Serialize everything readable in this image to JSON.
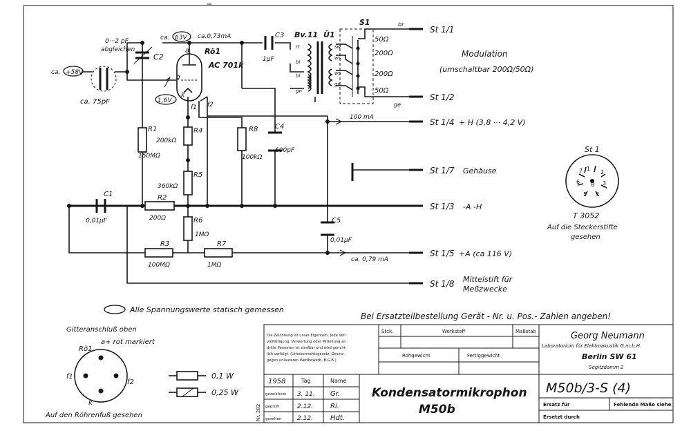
{
  "tube": {
    "label": "Rö1",
    "type": "AC 701k",
    "pins": [
      "a",
      "g",
      "k",
      "f1",
      "f2"
    ]
  },
  "voltages": {
    "anode": "63V",
    "anode_prefix": "ca.",
    "anode_current": "ca.0,73mA",
    "grid_side": "+58V",
    "grid_side_prefix": "ca.",
    "cathode": "1,6V"
  },
  "c2": {
    "label": "C2",
    "note1": "0···2 pF",
    "note2": "abgleichen"
  },
  "capsule_value": "ca. 75pF",
  "c3": {
    "label": "C3",
    "value": "1µF"
  },
  "transformer": {
    "label": "Bv.11",
    "name": "Ü1",
    "wires": [
      "rt",
      "bl",
      "bl",
      "gn",
      "sw",
      "ws",
      "ws",
      "ge"
    ]
  },
  "switch": {
    "label": "S1",
    "taps": [
      "50Ω",
      "200Ω",
      "200Ω",
      "50Ω"
    ],
    "wire_top": "br",
    "wire_bottom": "ge"
  },
  "modulation": {
    "line1": "Modulation",
    "line2": "(umschaltbar 200Ω/50Ω)"
  },
  "components": [
    {
      "ref": "R1",
      "value": "150MΩ"
    },
    {
      "ref": "R4",
      "value": "200kΩ"
    },
    {
      "ref": "R5",
      "value": "360kΩ"
    },
    {
      "ref": "R8",
      "value": "100kΩ"
    },
    {
      "ref": "C4",
      "value": "600pF"
    },
    {
      "ref": "C1",
      "value": "0,01µF"
    },
    {
      "ref": "R2",
      "value": "200Ω"
    },
    {
      "ref": "R6",
      "value": "1MΩ"
    },
    {
      "ref": "R3",
      "value": "100MΩ"
    },
    {
      "ref": "R7",
      "value": "1MΩ"
    },
    {
      "ref": "C5",
      "value": "0,01µF"
    }
  ],
  "terminals": [
    {
      "pin": "St 1/1",
      "desc": ""
    },
    {
      "pin": "St 1/2",
      "desc": ""
    },
    {
      "pin": "St 1/4",
      "desc": "+ H (3,8 ··· 4,2 V)"
    },
    {
      "pin": "St 1/7",
      "desc": "Gehäuse"
    },
    {
      "pin": "St 1/3",
      "desc": "-A -H"
    },
    {
      "pin": "St 1/5",
      "desc": "+A (ca 116 V)"
    },
    {
      "pin": "St 1/8",
      "desc": "Mittelstift für"
    }
  ],
  "terminal_st18_line2": "Meßzwecke",
  "currents": {
    "heater": "100 mA",
    "anode_supply": "ca. 0,79 mA"
  },
  "connector": {
    "label": "St 1",
    "pin_numbers": [
      "1",
      "2",
      "3",
      "4",
      "5",
      "6",
      "7",
      "8"
    ],
    "type": "T 3052",
    "caption1": "Auf die Steckerstifte",
    "caption2": "gesehen"
  },
  "notes": {
    "voltage_legend": "Alle Spannungswerte statisch gemessen",
    "spare_parts": "Bei Ersatzteilbestellung Gerät - Nr. u. Pos.- Zahlen angeben!"
  },
  "base_view": {
    "title": "Gitteranschluß oben",
    "tube": "Rö1",
    "anode_note": "a+ rot markiert",
    "pins": [
      "f1",
      "f2",
      "k"
    ],
    "caption": "Auf den Röhrenfuß gesehen"
  },
  "wattage": [
    "0,1 W",
    "0,25 W"
  ],
  "titleblock": {
    "ownership": [
      "Die Zeichnung ist unser Eigentum. Jede Ver-",
      "vielfältigung, Verwertung oder Mitteilung an",
      "dritte Personen ist strafbar und wird gericht-",
      "lich verfolgt. (Urheberrechtsgesetz, Gesetz",
      "gegen unlauteren Wettbewerb, B.G.B.)"
    ],
    "stck": "Stck.",
    "werkstoff": "Werkstoff",
    "massstab": "Maßstab",
    "rohgewicht": "Rohgewicht",
    "fertiggewicht": "Fertiggewicht",
    "year": "1958",
    "col_tag": "Tag",
    "col_name": "Name",
    "rows": [
      {
        "label": "gezeichnet",
        "date": "3. 11.",
        "name": "Gr."
      },
      {
        "label": "geprüft",
        "date": "2.12.",
        "name": "Ri."
      },
      {
        "label": "gesehen",
        "date": "2.12.",
        "name": "Hdt."
      }
    ],
    "revision_side": "Nr. 282",
    "title1": "Kondensatormikrophon",
    "title2": "M50b",
    "company": "Georg Neumann",
    "company_sub": "Laboratorium für Elektroakustik G.m.b.H.",
    "city": "Berlin SW 61",
    "street": "Segitzdamm 2",
    "drawing_no": "M50b/3-S (4)",
    "ersatz_fuer": "Ersatz für",
    "ersetzt_durch": "Ersetzt durch",
    "fehlende": "Fehlende Maße siehe"
  }
}
